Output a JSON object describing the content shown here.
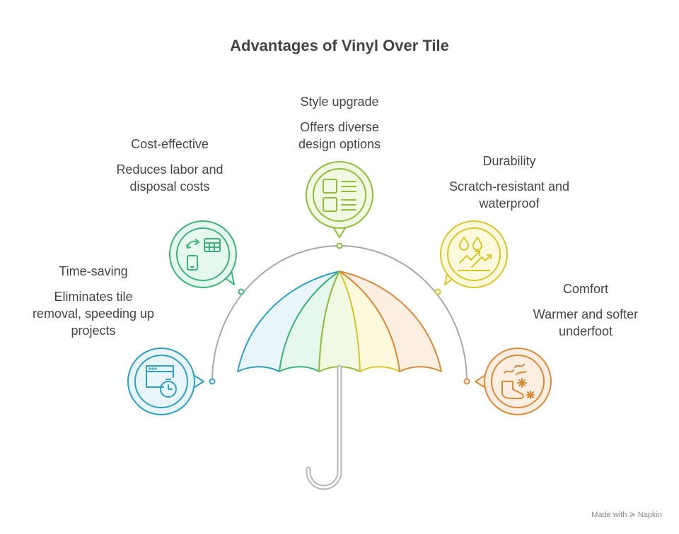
{
  "title": "Advantages of Vinyl Over Tile",
  "colors": {
    "time": "#2f9fc4",
    "cost": "#3db37a",
    "style": "#8fbd3c",
    "durability": "#d9c62b",
    "comfort": "#d98a3a",
    "arc": "#a8a8a8",
    "handle": "#b0b0b0"
  },
  "items": [
    {
      "id": "time",
      "title": "Time-saving",
      "description": "Eliminates tile removal, speeding up projects",
      "icon": "browser-timer-icon"
    },
    {
      "id": "cost",
      "title": "Cost-effective",
      "description": "Reduces labor and disposal costs",
      "icon": "calculator-exchange-icon"
    },
    {
      "id": "style",
      "title": "Style upgrade",
      "description": "Offers diverse design options",
      "icon": "layout-list-icon"
    },
    {
      "id": "durability",
      "title": "Durability",
      "description": "Scratch-resistant and waterproof",
      "icon": "water-drops-scratch-icon"
    },
    {
      "id": "comfort",
      "title": "Comfort",
      "description": "Warmer and softer underfoot",
      "icon": "foot-warmth-icon"
    }
  ],
  "watermark": "Made with ≽ Napkin"
}
